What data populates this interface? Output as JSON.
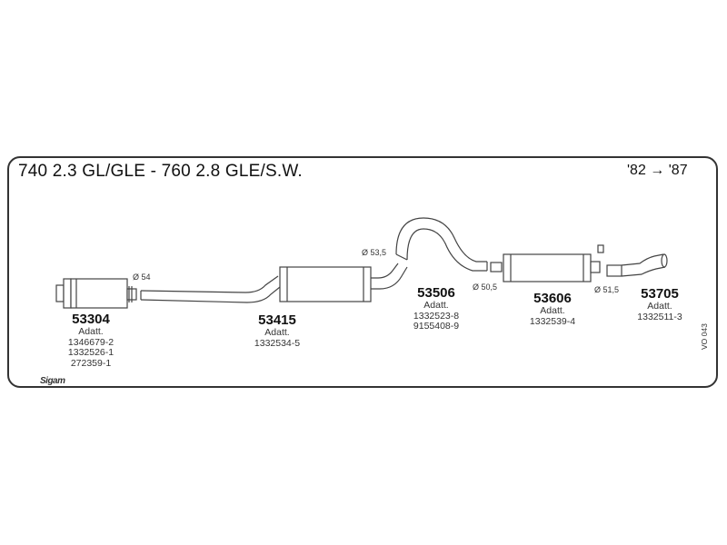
{
  "header": {
    "title": "740 2.3 GL/GLE - 760 2.8 GLE/S.W.",
    "years": "'82 → '87"
  },
  "parts": [
    {
      "code": "53304",
      "lines": [
        "Adatt.",
        "1346679-2",
        "1332526-1",
        "272359-1"
      ]
    },
    {
      "code": "53415",
      "lines": [
        "Adatt.",
        "1332534-5"
      ]
    },
    {
      "code": "53506",
      "lines": [
        "Adatt.",
        "1332523-8",
        "9155408-9"
      ]
    },
    {
      "code": "53606",
      "lines": [
        "Adatt.",
        "1332539-4"
      ]
    },
    {
      "code": "53705",
      "lines": [
        "Adatt.",
        "1332511-3"
      ]
    }
  ],
  "diameters": [
    "Ø 54",
    "Ø 53,5",
    "Ø 50,5",
    "Ø 51,5"
  ],
  "reference": "VO 043",
  "logo": "Sigam"
}
